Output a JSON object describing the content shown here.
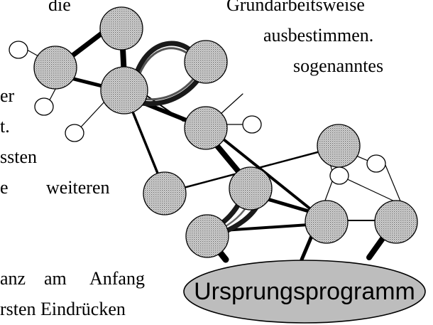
{
  "text_fragments": {
    "t1": "die",
    "t2": "Grundarbeitsweise",
    "t3": "ausbestimmen.",
    "t4": "sogenanntes",
    "t5": "er",
    "t6": "t.",
    "t7": "ssten",
    "t8a": "e",
    "t8b": "weiteren",
    "t9a": "anz",
    "t9b": "am",
    "t9c": "Anfang",
    "t10": "rsten Eindrücken"
  },
  "diagram": {
    "origin_label": "Ursprungsprogramm",
    "colors": {
      "stroke": "#000000",
      "node_fill": "#d9d9d9",
      "hatch": "#7a7a7a",
      "small_node_fill": "#ffffff",
      "origin_fill": "#bdbdbd"
    }
  }
}
